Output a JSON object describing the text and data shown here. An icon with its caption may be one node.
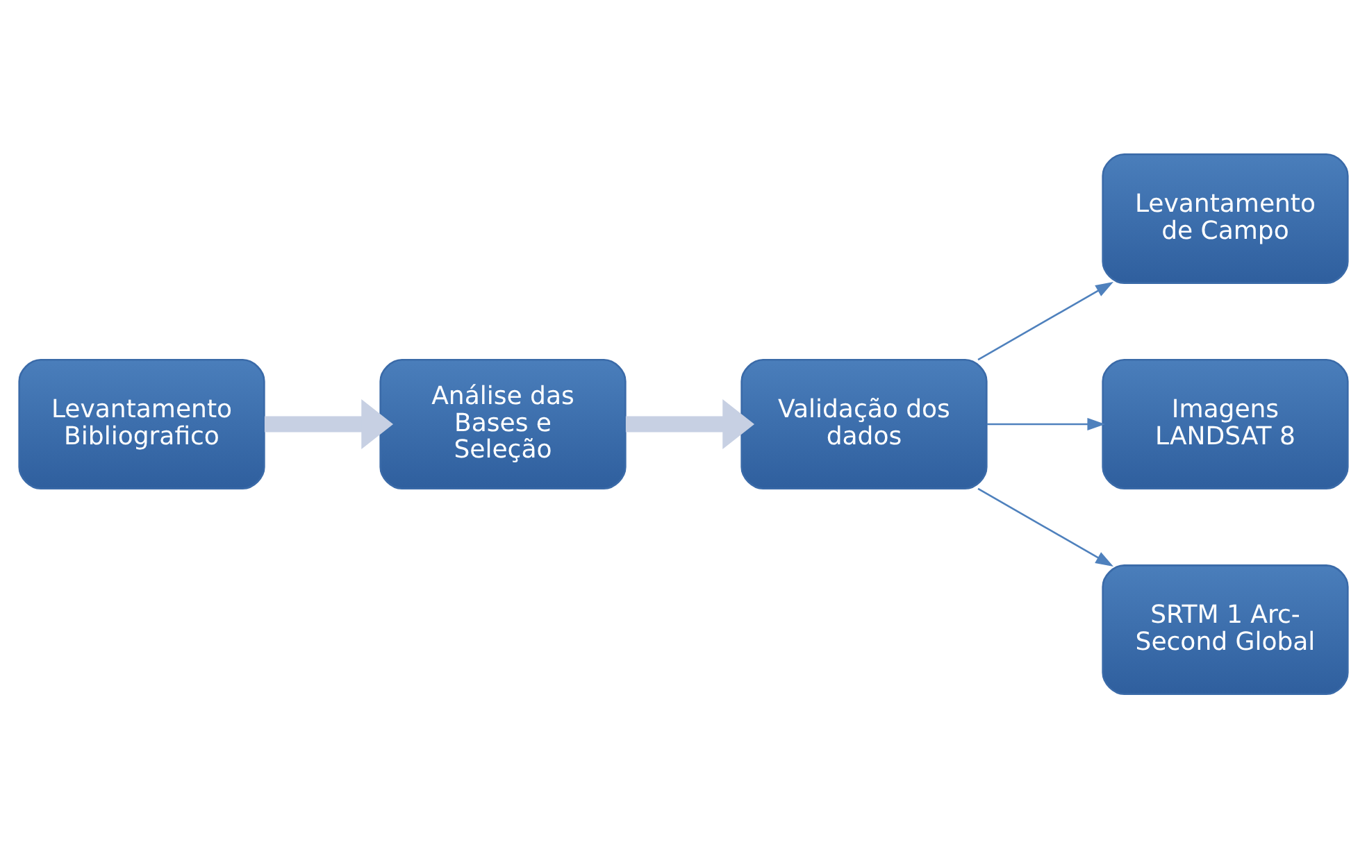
{
  "diagram": {
    "nodes": [
      {
        "text": [
          "Levantamento Bibliografico"
        ]
      },
      {
        "text": [
          "Análise das Bases e Seleção"
        ]
      },
      {
        "text": [
          "Validação dos dados"
        ]
      },
      {
        "text": [
          "Levantamento de Campo"
        ]
      },
      {
        "text": [
          "Imagens LANDSAT 8"
        ]
      },
      {
        "text": [
          "SRTM 1 Arc-Second Global"
        ]
      }
    ],
    "edges": [
      {
        "from": 0,
        "to": 1,
        "arrow": "to",
        "style": "thick",
        "color": "#c7d0e3"
      },
      {
        "from": 1,
        "to": 2,
        "arrow": "to",
        "style": "thick",
        "color": "#c7d0e3"
      },
      {
        "from": 2,
        "to": 3,
        "arrow": "to"
      },
      {
        "from": 2,
        "to": 4,
        "arrow": "to"
      },
      {
        "from": 2,
        "to": 5,
        "arrow": "to"
      }
    ]
  }
}
